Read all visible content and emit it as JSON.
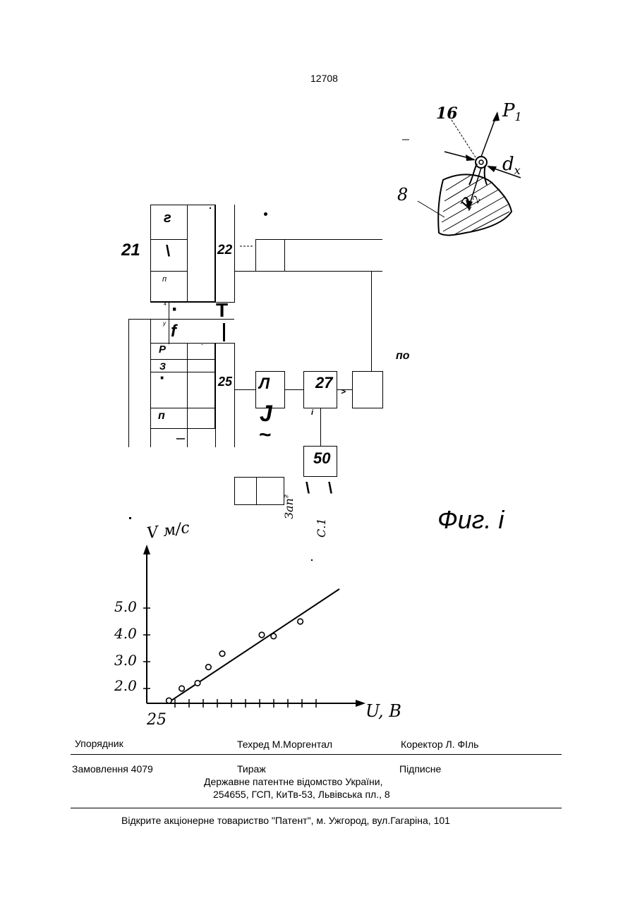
{
  "page_number": "12708",
  "fig_top": {
    "labels": {
      "n16": "16",
      "p1": "P",
      "p1_sub": "1",
      "dx": "d",
      "dx_sub": "x",
      "n8": "8",
      "p2": "P",
      "p2_sub": "2"
    }
  },
  "block_diagram": {
    "labels": {
      "g": "г",
      "backslash": "\\",
      "n21": "21",
      "n22": "22",
      "p_small": "п",
      "four": "4",
      "dot": "·",
      "T": "T",
      "y": "у",
      "f": "f",
      "P": "P",
      "dash": "-",
      "z": "З",
      "dot2": "·",
      "n25": "25",
      "L": "Л",
      "n27": "27",
      "gt": ">",
      "p_bottom": "п",
      "underscore": "_",
      "J": "J",
      "tilde": "~",
      "i": "i",
      "n50": "50",
      "po": "по",
      "slash1": "\\",
      "slash2": "\\",
      "zap": "Зап",
      "zap_sup": "г",
      "s1": "С.1"
    }
  },
  "fig_caption": "Фиг. і",
  "chart_data": {
    "type": "scatter",
    "ylabel": "V м/с",
    "xlabel": "U, B",
    "x_origin_label": "25",
    "y_ticks": [
      "5.0",
      "4.0",
      "3.0",
      "2.0"
    ],
    "y_tick_values": [
      5.0,
      4.0,
      3.0,
      2.0
    ],
    "ylim": [
      1.4,
      6.8
    ],
    "points_x_index": [
      0.3,
      0.95,
      1.75,
      2.3,
      3.0,
      5.0,
      5.6,
      6.95
    ],
    "points_y": [
      1.55,
      2.0,
      2.2,
      2.8,
      3.3,
      4.0,
      3.95,
      4.5
    ],
    "trend_line": {
      "x_index": [
        0.3,
        8.5
      ],
      "y": [
        1.45,
        5.5
      ]
    },
    "x_tick_count": 11
  },
  "imprint": {
    "row1": {
      "compiler": "Упорядник",
      "techred": "Техред М.Моргентал",
      "corrector": "Коректор Л. ФІль"
    },
    "row2": {
      "order": "Замовлення 4079",
      "circulation": "Тираж",
      "subscription": "Підписне"
    },
    "office_line1": "Державне патентне відомство України,",
    "office_line2": "254655, ГСП, КиТв-53, Львівська пл., 8",
    "publisher": "Відкрите акціонерне товариство \"Патент\", м. Ужгород, вул.Гагаріна, 101"
  }
}
